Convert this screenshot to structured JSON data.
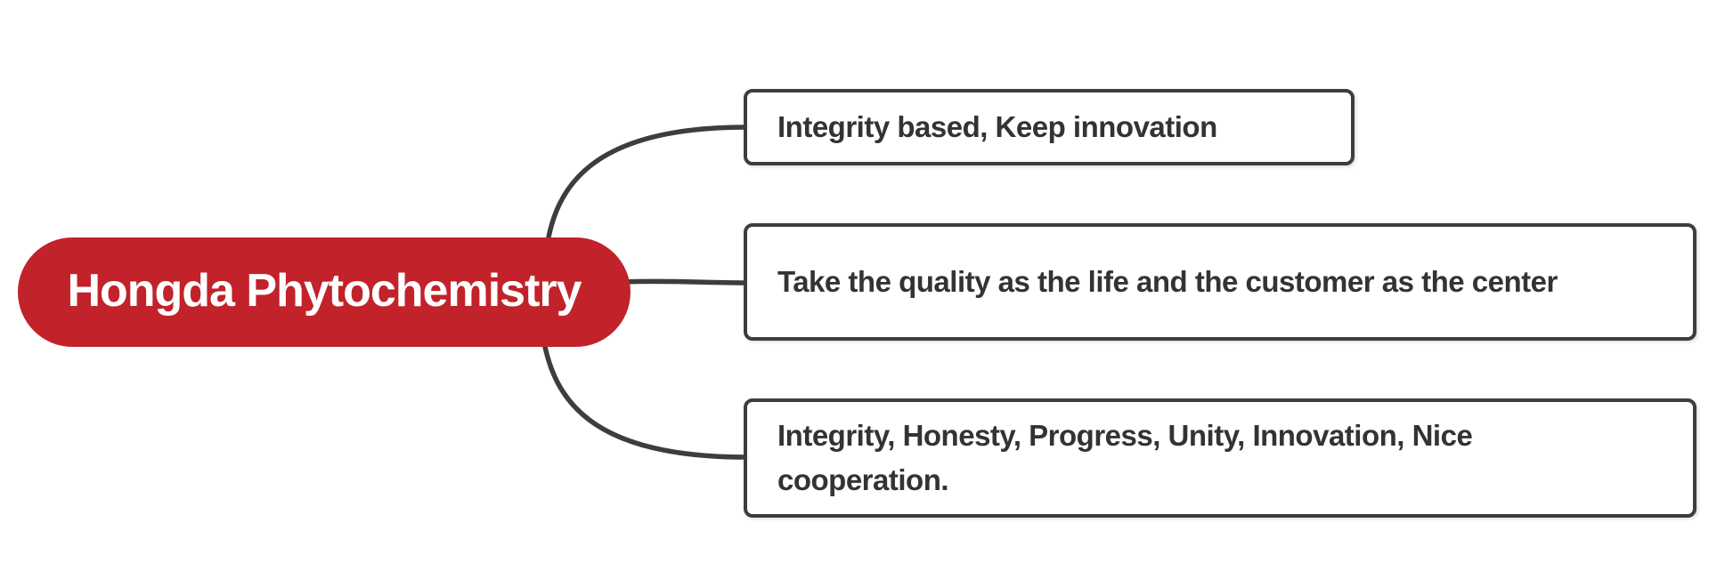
{
  "diagram": {
    "type": "mindmap",
    "root": {
      "label": "Hongda Phytochemistry"
    },
    "branches": [
      {
        "label": "Integrity based, Keep innovation"
      },
      {
        "label": "Take the quality as the life and the customer as the center"
      },
      {
        "label": "Integrity, Honesty, Progress, Unity, Innovation, Nice cooperation."
      }
    ],
    "colors": {
      "root_fill": "#c2222a",
      "root_text": "#ffffff",
      "branch_border": "#3d3d3d",
      "branch_text": "#333333",
      "connector": "#3d3d3d",
      "background": "#ffffff"
    }
  }
}
